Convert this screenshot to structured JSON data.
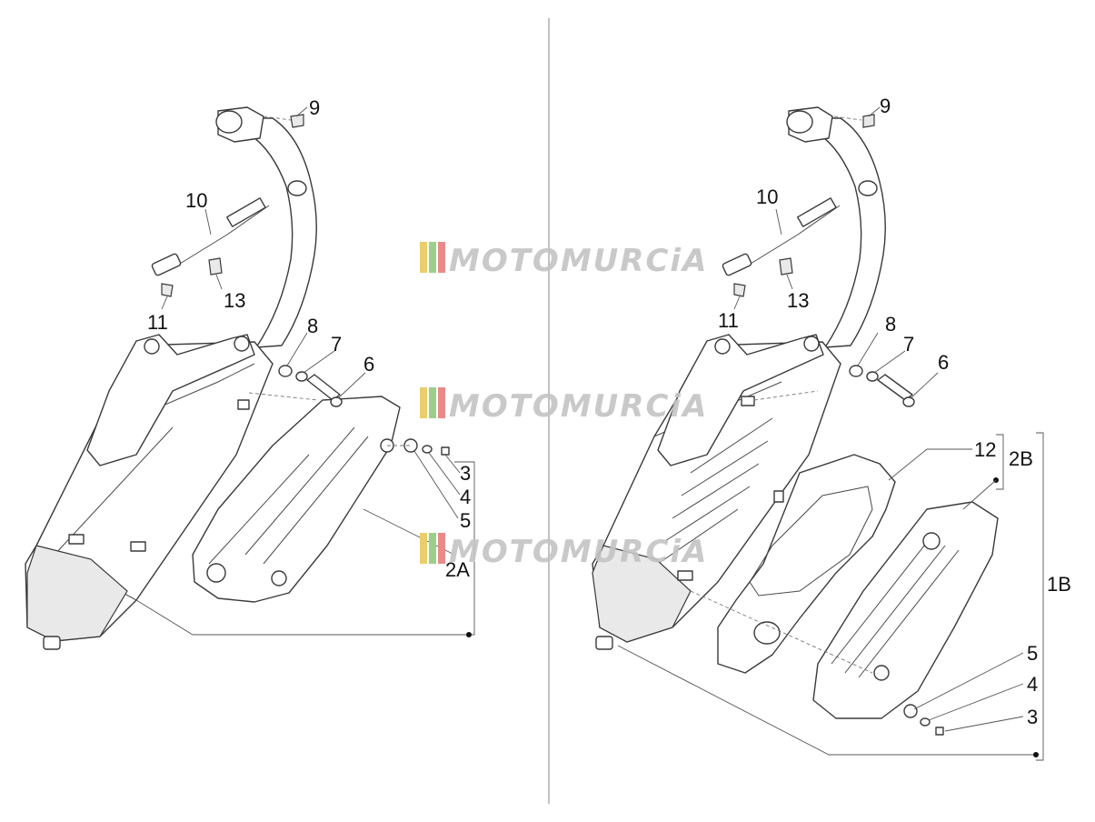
{
  "watermark": {
    "text": "MOTOMURCiA",
    "stripe_colors": [
      "#e8cf6a",
      "#9bd08a",
      "#e88a8a"
    ]
  },
  "left_group": {
    "callouts": [
      "9",
      "10",
      "11",
      "13",
      "8",
      "7",
      "6",
      "3",
      "4",
      "5",
      "2A"
    ]
  },
  "right_group": {
    "callouts": [
      "9",
      "10",
      "11",
      "13",
      "8",
      "7",
      "6",
      "12",
      "2B",
      "1B",
      "5",
      "4",
      "3"
    ]
  }
}
